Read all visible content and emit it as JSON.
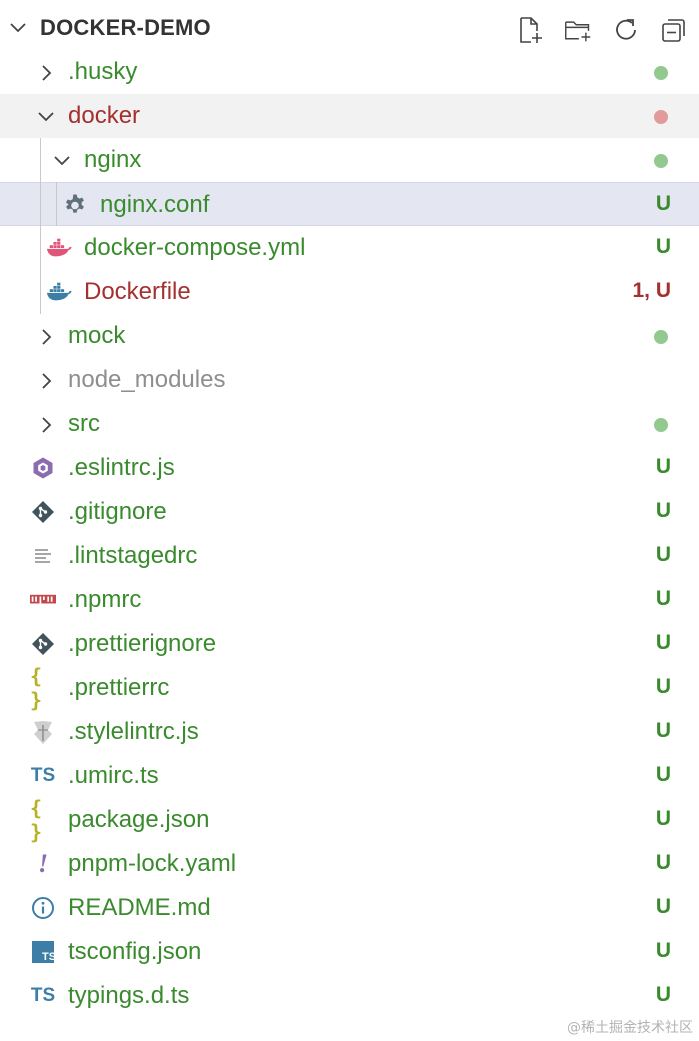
{
  "explorer": {
    "title": "DOCKER-DEMO",
    "actions": [
      {
        "name": "new-file-icon"
      },
      {
        "name": "new-folder-icon"
      },
      {
        "name": "refresh-icon"
      },
      {
        "name": "collapse-all-icon"
      }
    ]
  },
  "colors": {
    "untracked": "#3a8a2e",
    "error": "#a3312f",
    "ignored": "#8e8e8e",
    "dot_green": "#93c98e",
    "dot_red": "#e39a9a",
    "selected_bg": "#e4e6f1",
    "hover_bg": "#f2f2f2"
  },
  "items": [
    {
      "label": ".husky",
      "type": "folder",
      "expanded": false,
      "depth": 0,
      "color": "green",
      "status": "",
      "dot": "green",
      "icon": "chevron-right-icon"
    },
    {
      "label": "docker",
      "type": "folder",
      "expanded": true,
      "depth": 0,
      "color": "red",
      "status": "",
      "dot": "red",
      "icon": "chevron-down-icon"
    },
    {
      "label": "nginx",
      "type": "folder",
      "expanded": true,
      "depth": 1,
      "color": "green",
      "status": "",
      "dot": "green",
      "icon": "chevron-down-icon"
    },
    {
      "label": "nginx.conf",
      "type": "file",
      "depth": 2,
      "color": "green",
      "status": "U",
      "icon": "gear-icon",
      "selected": true
    },
    {
      "label": "docker-compose.yml",
      "type": "file",
      "depth": 1,
      "color": "green",
      "status": "U",
      "icon": "docker-compose-icon"
    },
    {
      "label": "Dockerfile",
      "type": "file",
      "depth": 1,
      "color": "red",
      "status": "1, U",
      "icon": "docker-icon"
    },
    {
      "label": "mock",
      "type": "folder",
      "expanded": false,
      "depth": 0,
      "color": "green",
      "status": "",
      "dot": "green",
      "icon": "chevron-right-icon"
    },
    {
      "label": "node_modules",
      "type": "folder",
      "expanded": false,
      "depth": 0,
      "color": "gray",
      "status": "",
      "icon": "chevron-right-icon"
    },
    {
      "label": "src",
      "type": "folder",
      "expanded": false,
      "depth": 0,
      "color": "green",
      "status": "",
      "dot": "green",
      "icon": "chevron-right-icon"
    },
    {
      "label": ".eslintrc.js",
      "type": "file",
      "depth": 0,
      "color": "green",
      "status": "U",
      "icon": "eslint-icon"
    },
    {
      "label": ".gitignore",
      "type": "file",
      "depth": 0,
      "color": "green",
      "status": "U",
      "icon": "git-icon"
    },
    {
      "label": ".lintstagedrc",
      "type": "file",
      "depth": 0,
      "color": "green",
      "status": "U",
      "icon": "text-lines-icon"
    },
    {
      "label": ".npmrc",
      "type": "file",
      "depth": 0,
      "color": "green",
      "status": "U",
      "icon": "npm-icon"
    },
    {
      "label": ".prettierignore",
      "type": "file",
      "depth": 0,
      "color": "green",
      "status": "U",
      "icon": "git-icon"
    },
    {
      "label": ".prettierrc",
      "type": "file",
      "depth": 0,
      "color": "green",
      "status": "U",
      "icon": "braces-icon"
    },
    {
      "label": ".stylelintrc.js",
      "type": "file",
      "depth": 0,
      "color": "green",
      "status": "U",
      "icon": "stylelint-icon"
    },
    {
      "label": ".umirc.ts",
      "type": "file",
      "depth": 0,
      "color": "green",
      "status": "U",
      "icon": "ts-text-icon"
    },
    {
      "label": "package.json",
      "type": "file",
      "depth": 0,
      "color": "green",
      "status": "U",
      "icon": "braces-icon"
    },
    {
      "label": "pnpm-lock.yaml",
      "type": "file",
      "depth": 0,
      "color": "green",
      "status": "U",
      "icon": "exclamation-icon"
    },
    {
      "label": "README.md",
      "type": "file",
      "depth": 0,
      "color": "green",
      "status": "U",
      "icon": "info-icon"
    },
    {
      "label": "tsconfig.json",
      "type": "file",
      "depth": 0,
      "color": "green",
      "status": "U",
      "icon": "ts-box-icon"
    },
    {
      "label": "typings.d.ts",
      "type": "file",
      "depth": 0,
      "color": "green",
      "status": "U",
      "icon": "ts-text-icon"
    }
  ],
  "watermark": "@稀土掘金技术社区"
}
